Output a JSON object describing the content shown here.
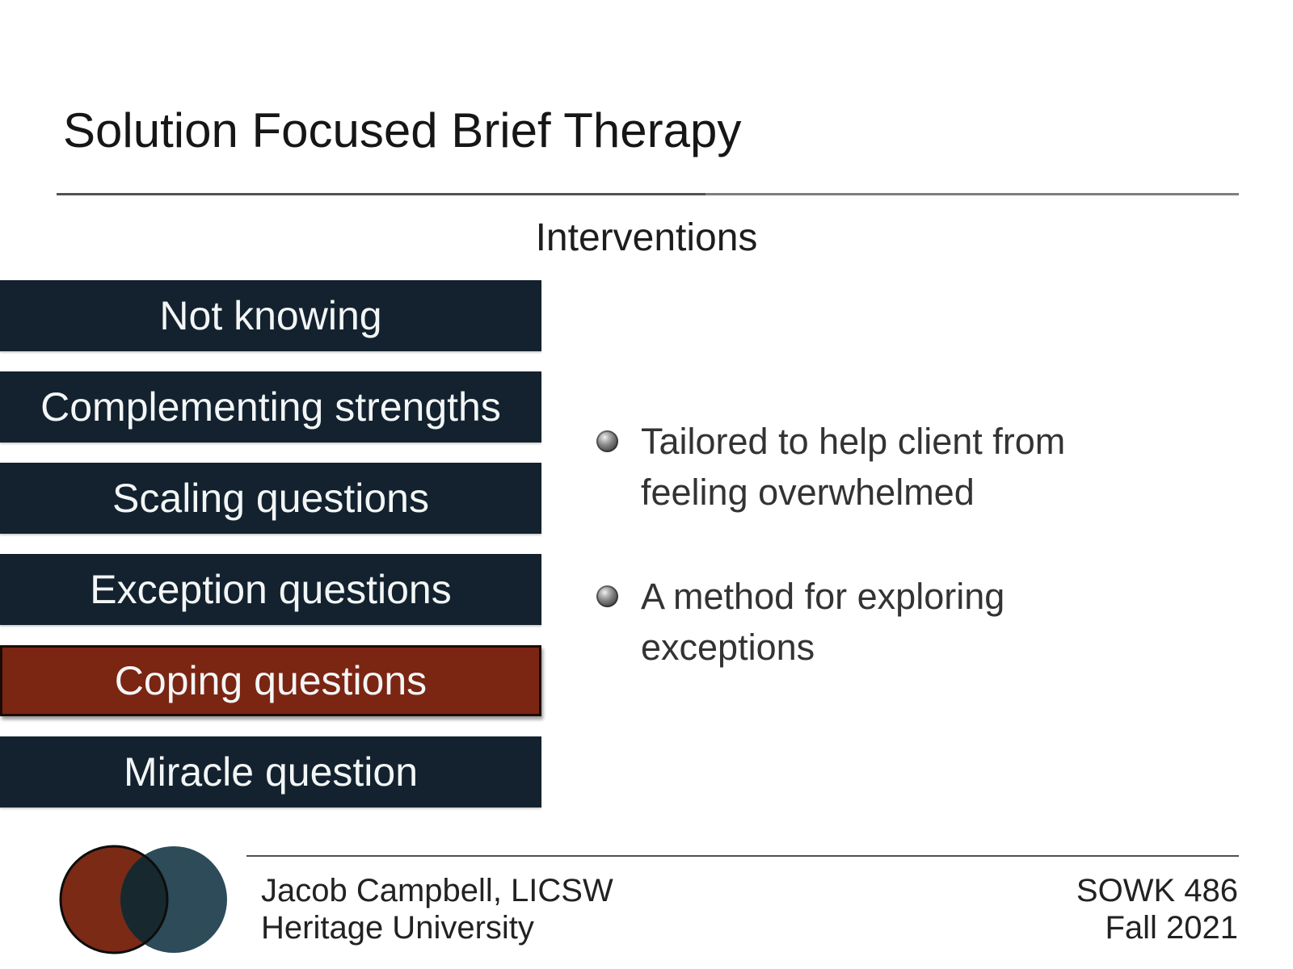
{
  "slide": {
    "title": "Solution Focused Brief Therapy",
    "section_heading": "Interventions",
    "interventions": [
      {
        "label": "Not knowing",
        "highlighted": false
      },
      {
        "label": "Complementing strengths",
        "highlighted": false
      },
      {
        "label": "Scaling questions",
        "highlighted": false
      },
      {
        "label": "Exception questions",
        "highlighted": false
      },
      {
        "label": "Coping questions",
        "highlighted": true
      },
      {
        "label": "Miracle question",
        "highlighted": false
      }
    ],
    "bullets": [
      "Tailored to help client from feeling overwhelmed",
      "A method for exploring exceptions"
    ],
    "footer": {
      "author": "Jacob Campbell, LICSW",
      "institution": "Heritage University",
      "course": "SOWK 486",
      "term": "Fall 2021"
    },
    "icons": {
      "bullet": "metallic-sphere-bullet-icon",
      "logo": "overlapping-circles-logo"
    },
    "colors": {
      "box_navy": "#13222e",
      "box_highlight_red": "#7b2513",
      "box_text": "#f3f6f6",
      "body_text": "#333333",
      "logo_red_circle": "#7b2a15",
      "logo_teal_circle": "#2d4b58",
      "logo_overlap": "#17292e",
      "title_rule_left": "#525252",
      "title_rule_right": "#7e7e7e",
      "footer_rule": "#4f4f4f"
    }
  }
}
